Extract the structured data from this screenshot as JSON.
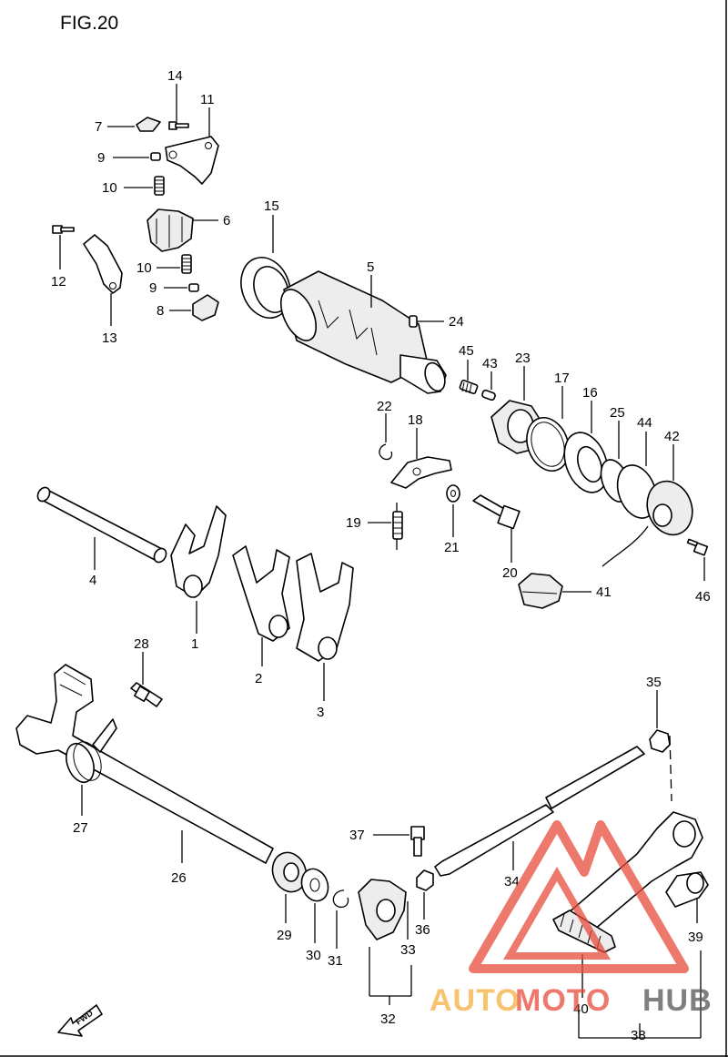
{
  "figure": {
    "title": "FIG.20"
  },
  "labels": {
    "l1": "1",
    "l2": "2",
    "l3": "3",
    "l4": "4",
    "l5": "5",
    "l6": "6",
    "l7": "7",
    "l8": "8",
    "l9a": "9",
    "l9b": "9",
    "l10a": "10",
    "l10b": "10",
    "l11": "11",
    "l12": "12",
    "l13": "13",
    "l14": "14",
    "l15": "15",
    "l16": "16",
    "l17": "17",
    "l18": "18",
    "l19": "19",
    "l20": "20",
    "l21": "21",
    "l22": "22",
    "l23": "23",
    "l24": "24",
    "l25": "25",
    "l26": "26",
    "l27": "27",
    "l28": "28",
    "l29": "29",
    "l30": "30",
    "l31": "31",
    "l32": "32",
    "l33": "33",
    "l34": "34",
    "l35": "35",
    "l36": "36",
    "l37": "37",
    "l38": "38",
    "l39": "39",
    "l40": "40",
    "l41": "41",
    "l42": "42",
    "l43": "43",
    "l44": "44",
    "l45": "45",
    "l46": "46"
  },
  "direction_badge": "FWD",
  "watermark": {
    "auto": "AUTO",
    "moto": "MOTO",
    "hub": "HUB",
    "auto_color": "#f5b041",
    "moto_color": "#e74c3c",
    "hub_color": "#555555",
    "triangle_color": "#e74c3c"
  }
}
